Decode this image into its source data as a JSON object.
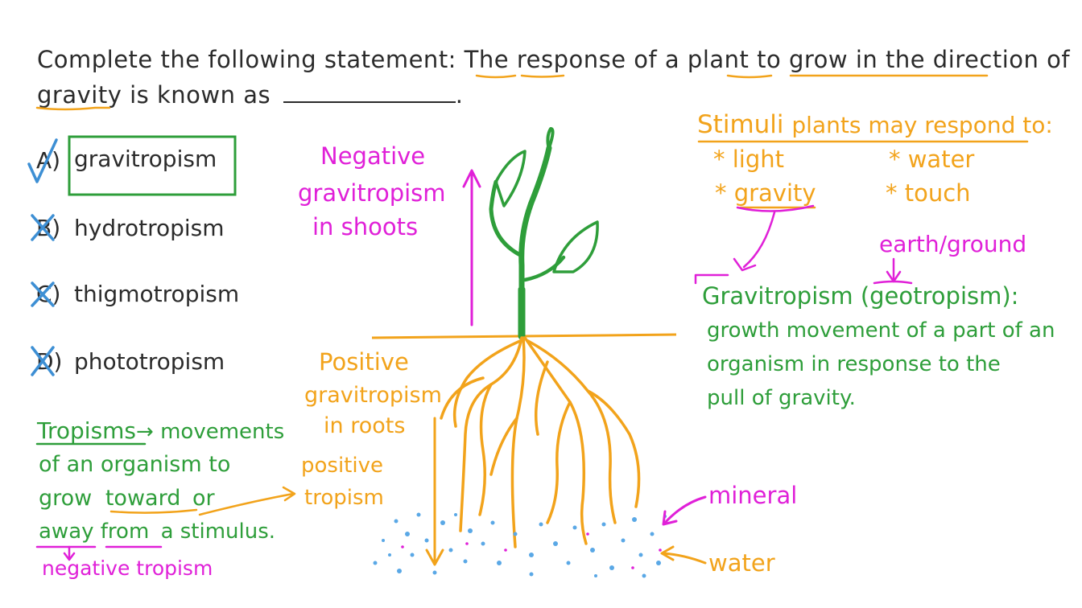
{
  "question": {
    "line1": "Complete the following statement: The response of a plant to grow in the direction of",
    "line2_prefix": "gravity is known as",
    "line2_suffix": "."
  },
  "options": [
    {
      "letter": "A",
      "label": "gravitropism",
      "correct": true
    },
    {
      "letter": "B",
      "label": "hydrotropism",
      "correct": false
    },
    {
      "letter": "C",
      "label": "thigmotropism",
      "correct": false
    },
    {
      "letter": "D",
      "label": "phototropism",
      "correct": false
    }
  ],
  "plant_labels": {
    "negative_1": "Negative",
    "negative_2": "gravitropism",
    "negative_3": "in shoots",
    "positive_1": "Positive",
    "positive_2": "gravitropism",
    "positive_3": "in roots",
    "mineral": "mineral",
    "water": "water"
  },
  "stimuli": {
    "title_word": "Stimuli",
    "title_rest": "plants may respond to:",
    "items": [
      "* light",
      "* water",
      "* gravity",
      "* touch"
    ],
    "earth_note": "earth/ground"
  },
  "definition": {
    "term": "Gravitropism",
    "synonym": "(geotropism):",
    "line1": "growth movement of a part of an",
    "line2": "organism in response to the",
    "line3": "pull of gravity."
  },
  "tropisms": {
    "word": "Tropisms",
    "arrow_text": "→ movements",
    "line2": "of an organism to",
    "line3_a": "grow",
    "line3_b": "toward",
    "line3_c": "or",
    "line4_a": "away from",
    "line4_b": "a stimulus.",
    "positive_1": "positive",
    "positive_2": "tropism",
    "negative": "negative tropism"
  },
  "colors": {
    "green": "#2e9e3a",
    "orange": "#f2a31b",
    "magenta": "#e020d8",
    "blue": "#3d8fd4",
    "ink": "#2b2b2b"
  }
}
